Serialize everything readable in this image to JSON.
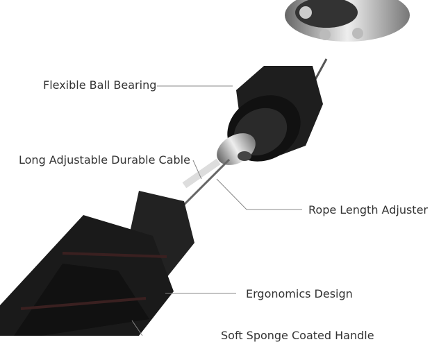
{
  "labels": {
    "ball_bearing": "Flexible Ball Bearing",
    "cable": "Long Adjustable Durable Cable",
    "adjuster": "Rope Length Adjuster",
    "ergonomics": "Ergonomics Design",
    "handle": "Soft Sponge Coated Handle"
  }
}
